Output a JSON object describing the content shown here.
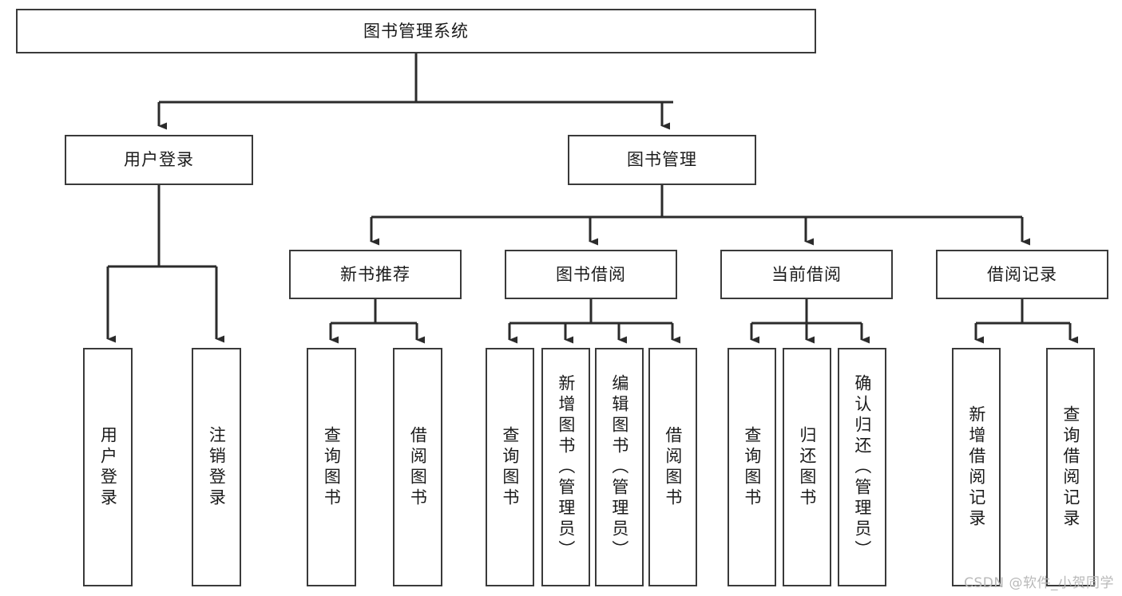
{
  "diagram": {
    "type": "tree-hierarchy",
    "title": "图书管理系统",
    "watermark": "CSDN @软件_小贺同学",
    "colors": {
      "box_border": "#3a3a3a",
      "connector": "#2b2b2b",
      "background": "#ffffff",
      "text": "#1b1b1b",
      "watermark": "#b9b9b9"
    },
    "root": {
      "label": "图书管理系统",
      "orientation": "horizontal"
    },
    "level2": [
      {
        "label": "用户登录",
        "orientation": "horizontal"
      },
      {
        "label": "图书管理",
        "orientation": "horizontal"
      }
    ],
    "level3": [
      {
        "label": "新书推荐",
        "orientation": "horizontal"
      },
      {
        "label": "图书借阅",
        "orientation": "horizontal"
      },
      {
        "label": "当前借阅",
        "orientation": "horizontal"
      },
      {
        "label": "借阅记录",
        "orientation": "horizontal"
      }
    ],
    "leaves": {
      "user_login": [
        {
          "label": "用户登录",
          "orientation": "vertical"
        },
        {
          "label": "注销登录",
          "orientation": "vertical"
        }
      ],
      "new_book_recommend": [
        {
          "label": "查询图书",
          "orientation": "vertical"
        },
        {
          "label": "借阅图书",
          "orientation": "vertical"
        }
      ],
      "book_borrow": [
        {
          "label": "查询图书",
          "orientation": "vertical"
        },
        {
          "label": "新增图书（管理员）",
          "orientation": "vertical"
        },
        {
          "label": "编辑图书（管理员）",
          "orientation": "vertical"
        },
        {
          "label": "借阅图书",
          "orientation": "vertical"
        }
      ],
      "current_borrow": [
        {
          "label": "查询图书",
          "orientation": "vertical"
        },
        {
          "label": "归还图书",
          "orientation": "vertical"
        },
        {
          "label": "确认归还（管理员）",
          "orientation": "vertical"
        }
      ],
      "borrow_record": [
        {
          "label": "新增借阅记录",
          "orientation": "vertical"
        },
        {
          "label": "查询借阅记录",
          "orientation": "vertical"
        }
      ]
    }
  }
}
